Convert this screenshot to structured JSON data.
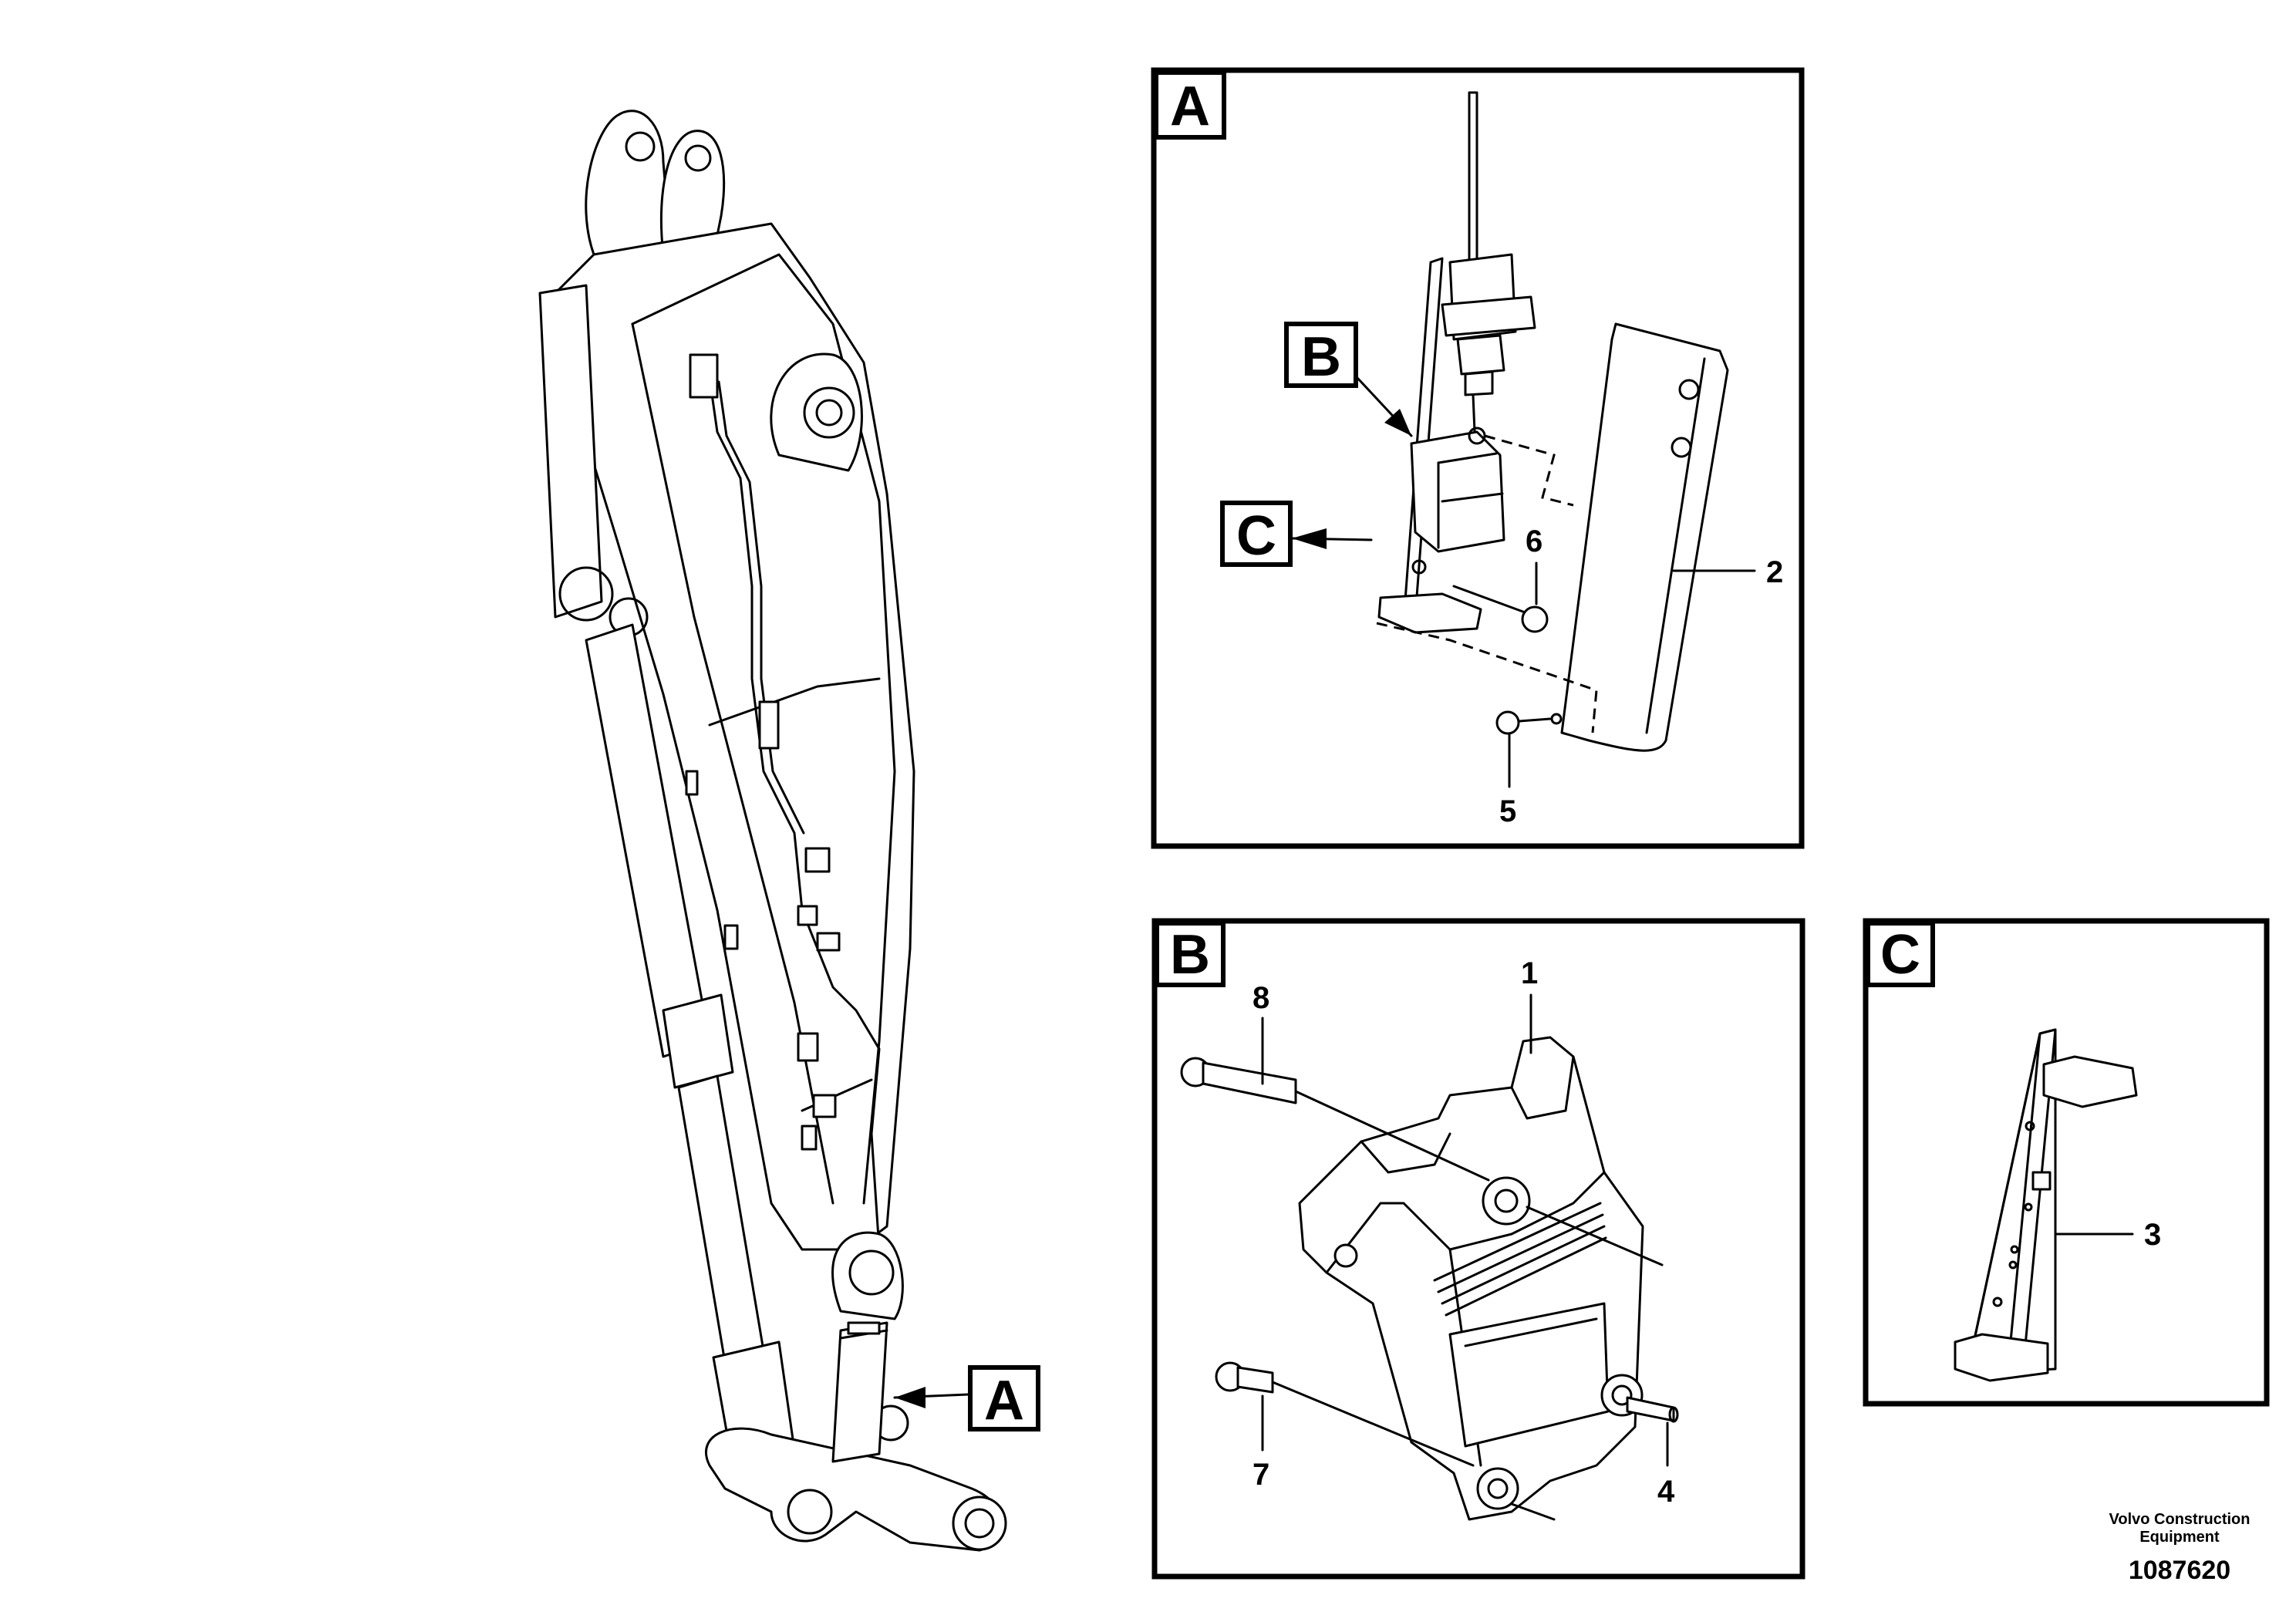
{
  "boom_view": {
    "callout_label": "A"
  },
  "detail_a": {
    "title": "A",
    "tags": {
      "b": "B",
      "c": "C"
    },
    "callouts": {
      "part_2": "2",
      "part_5": "5",
      "part_6": "6"
    }
  },
  "detail_b": {
    "title": "B",
    "callouts": {
      "part_1": "1",
      "part_4": "4",
      "part_7": "7",
      "part_8": "8"
    }
  },
  "detail_c": {
    "title": "C",
    "callouts": {
      "part_3": "3"
    }
  },
  "footer": {
    "company_line1": "Volvo Construction",
    "company_line2": "Equipment",
    "drawing_number": "1087620"
  }
}
